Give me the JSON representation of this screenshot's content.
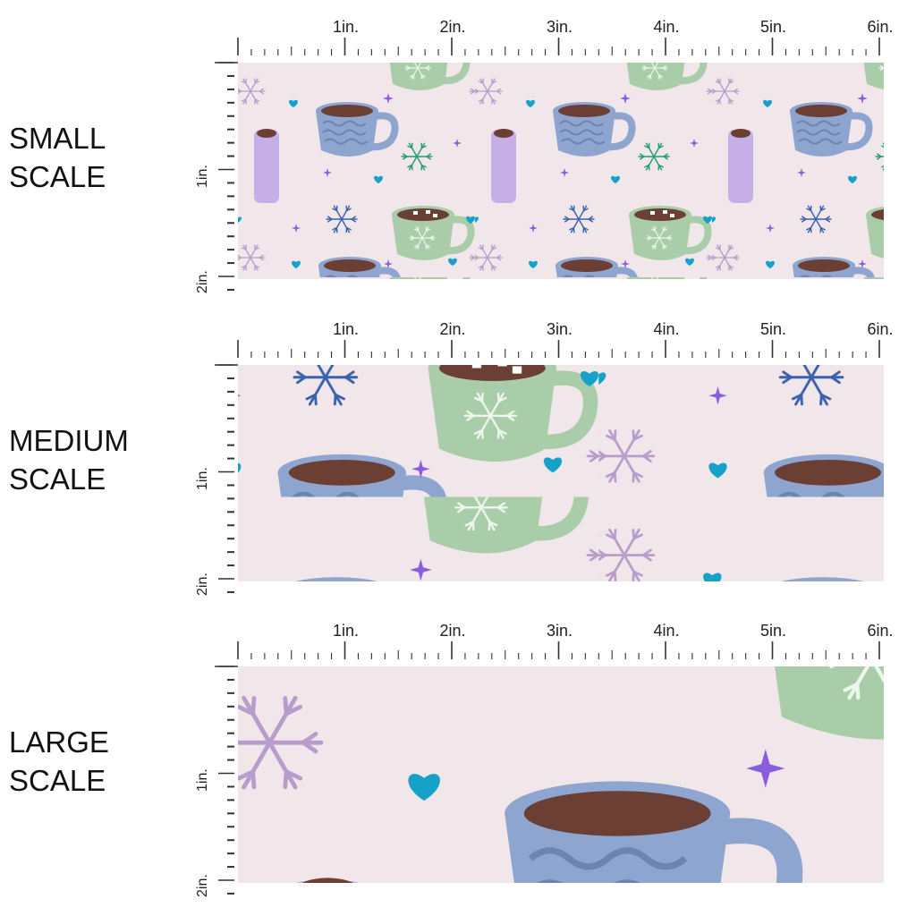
{
  "panels": [
    {
      "label_line1": "SMALL",
      "label_line2": "SCALE",
      "scale": "small"
    },
    {
      "label_line1": "MEDIUM",
      "label_line2": "SCALE",
      "scale": "medium"
    },
    {
      "label_line1": "LARGE",
      "label_line2": "SCALE",
      "scale": "large"
    }
  ],
  "ruler": {
    "horizontal_labels": [
      "1in.",
      "2in.",
      "3in.",
      "4in.",
      "5in.",
      "6in."
    ],
    "vertical_labels": [
      "1in.",
      "2in."
    ]
  },
  "colors": {
    "background": "#f1e6ea",
    "tumbler": "#c5afe6",
    "blue_mug": "#8ea5cf",
    "green_mug": "#a9cda8",
    "cocoa": "#6b3f33",
    "snowflake_blue": "#3a62ad",
    "snowflake_green": "#229c72",
    "snowflake_lilac": "#b79ccc",
    "star": "#8a5ce0",
    "heart": "#16a1c8"
  },
  "icons": [
    "mug-icon",
    "tumbler-icon",
    "snowflake-icon",
    "star-icon",
    "heart-icon"
  ]
}
